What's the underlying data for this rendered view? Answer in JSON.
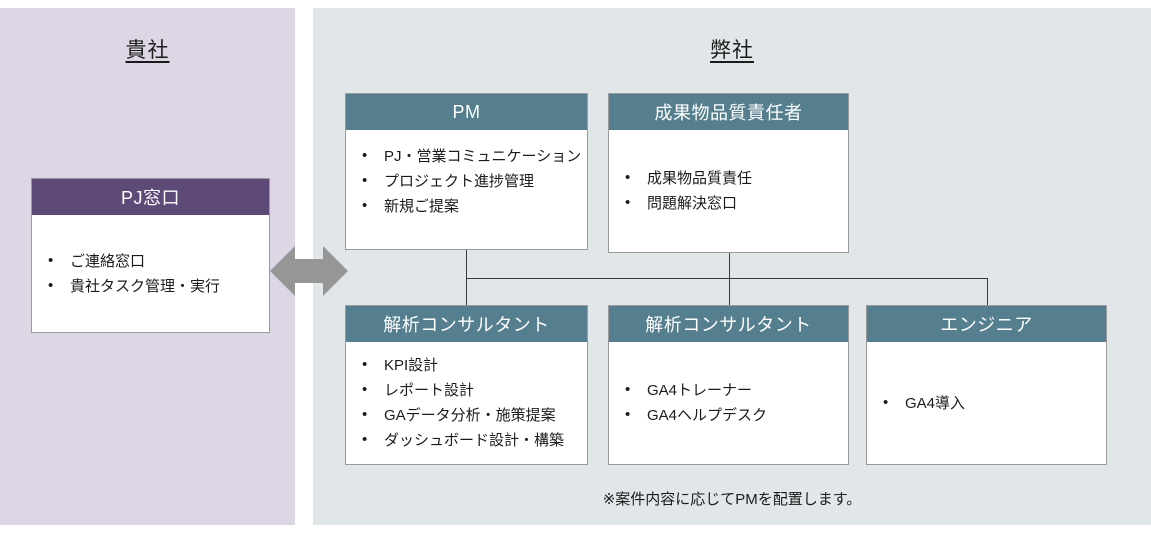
{
  "panels": {
    "client": {
      "title": "貴社",
      "bg_color": "#DDD6E4"
    },
    "vendor": {
      "title": "弊社",
      "bg_color": "#E1E7E9"
    }
  },
  "colors": {
    "client_header": "#5E4A77",
    "vendor_header": "#557F8E",
    "connector": "#3A3A3A",
    "arrow": "#969696"
  },
  "cards": {
    "pj_window": {
      "title": "PJ窓口",
      "items": [
        "ご連絡窓口",
        "貴社タスク管理・実行"
      ]
    },
    "pm": {
      "title": "PM",
      "items": [
        "PJ・営業コミュニケーション",
        "プロジェクト進捗管理",
        "新規ご提案"
      ]
    },
    "quality_manager": {
      "title": "成果物品質責任者",
      "items": [
        "成果物品質責任",
        "問題解決窓口"
      ]
    },
    "consultant_1": {
      "title": "解析コンサルタント",
      "items": [
        "KPI設計",
        "レポート設計",
        "GAデータ分析・施策提案",
        "ダッシュボード設計・構築"
      ]
    },
    "consultant_2": {
      "title": "解析コンサルタント",
      "items": [
        "GA4トレーナー",
        "GA4ヘルプデスク"
      ]
    },
    "engineer": {
      "title": "エンジニア",
      "items": [
        "GA4導入"
      ]
    }
  },
  "arrow": {
    "icon": "double-arrow-horizontal-icon"
  },
  "footnote": {
    "text": "※案件内容に応じてPMを配置します。"
  }
}
